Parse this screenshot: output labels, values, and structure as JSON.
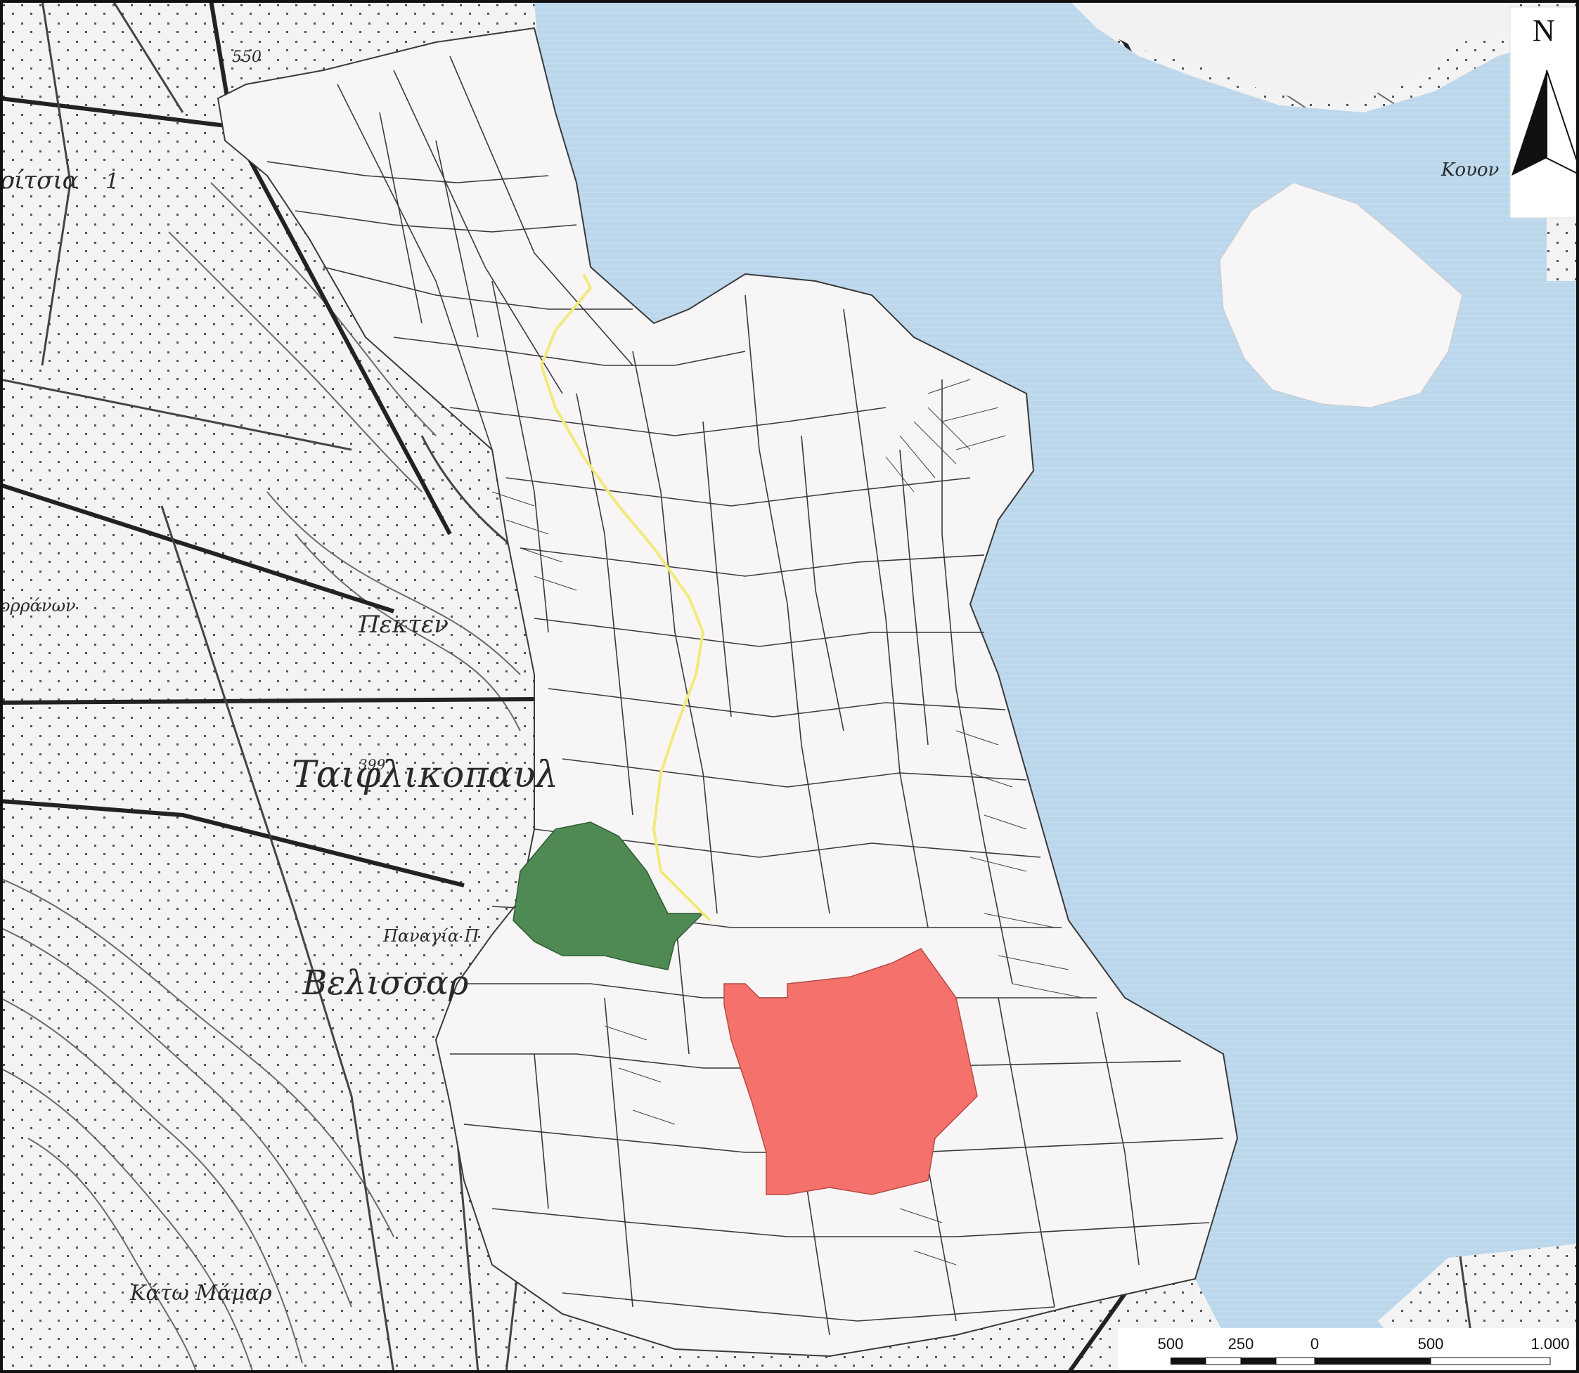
{
  "map": {
    "place_labels": {
      "taiflikopaul": "Ταιφλικοπαυλ",
      "velissar": "Βελισσαρ",
      "panagia": "Παναγία Π",
      "pekten": "Πεκτεν",
      "kata_mamara": "Κάτω Μάμαρ",
      "koyon": "Κουον",
      "pitsia": "ρίτσια",
      "parmanon": "ορράνων",
      "elev_550": "550",
      "elev_399": "399",
      "elev_1": "1"
    },
    "north_arrow": {
      "letter": "N",
      "icon": "north-arrow-icon"
    },
    "scale_bar": {
      "labels": [
        "500",
        "250",
        "0",
        "500",
        "1.000"
      ]
    },
    "colors": {
      "sea": "#bcd7ec",
      "parcels_fill": "#f7f5f5",
      "parcel_lines": "#333333",
      "highlight_red": "#f4726b",
      "highlight_green": "#4f8a55",
      "route_yellow": "#f2ea7a",
      "background_topo": "#f2f2f2"
    }
  }
}
